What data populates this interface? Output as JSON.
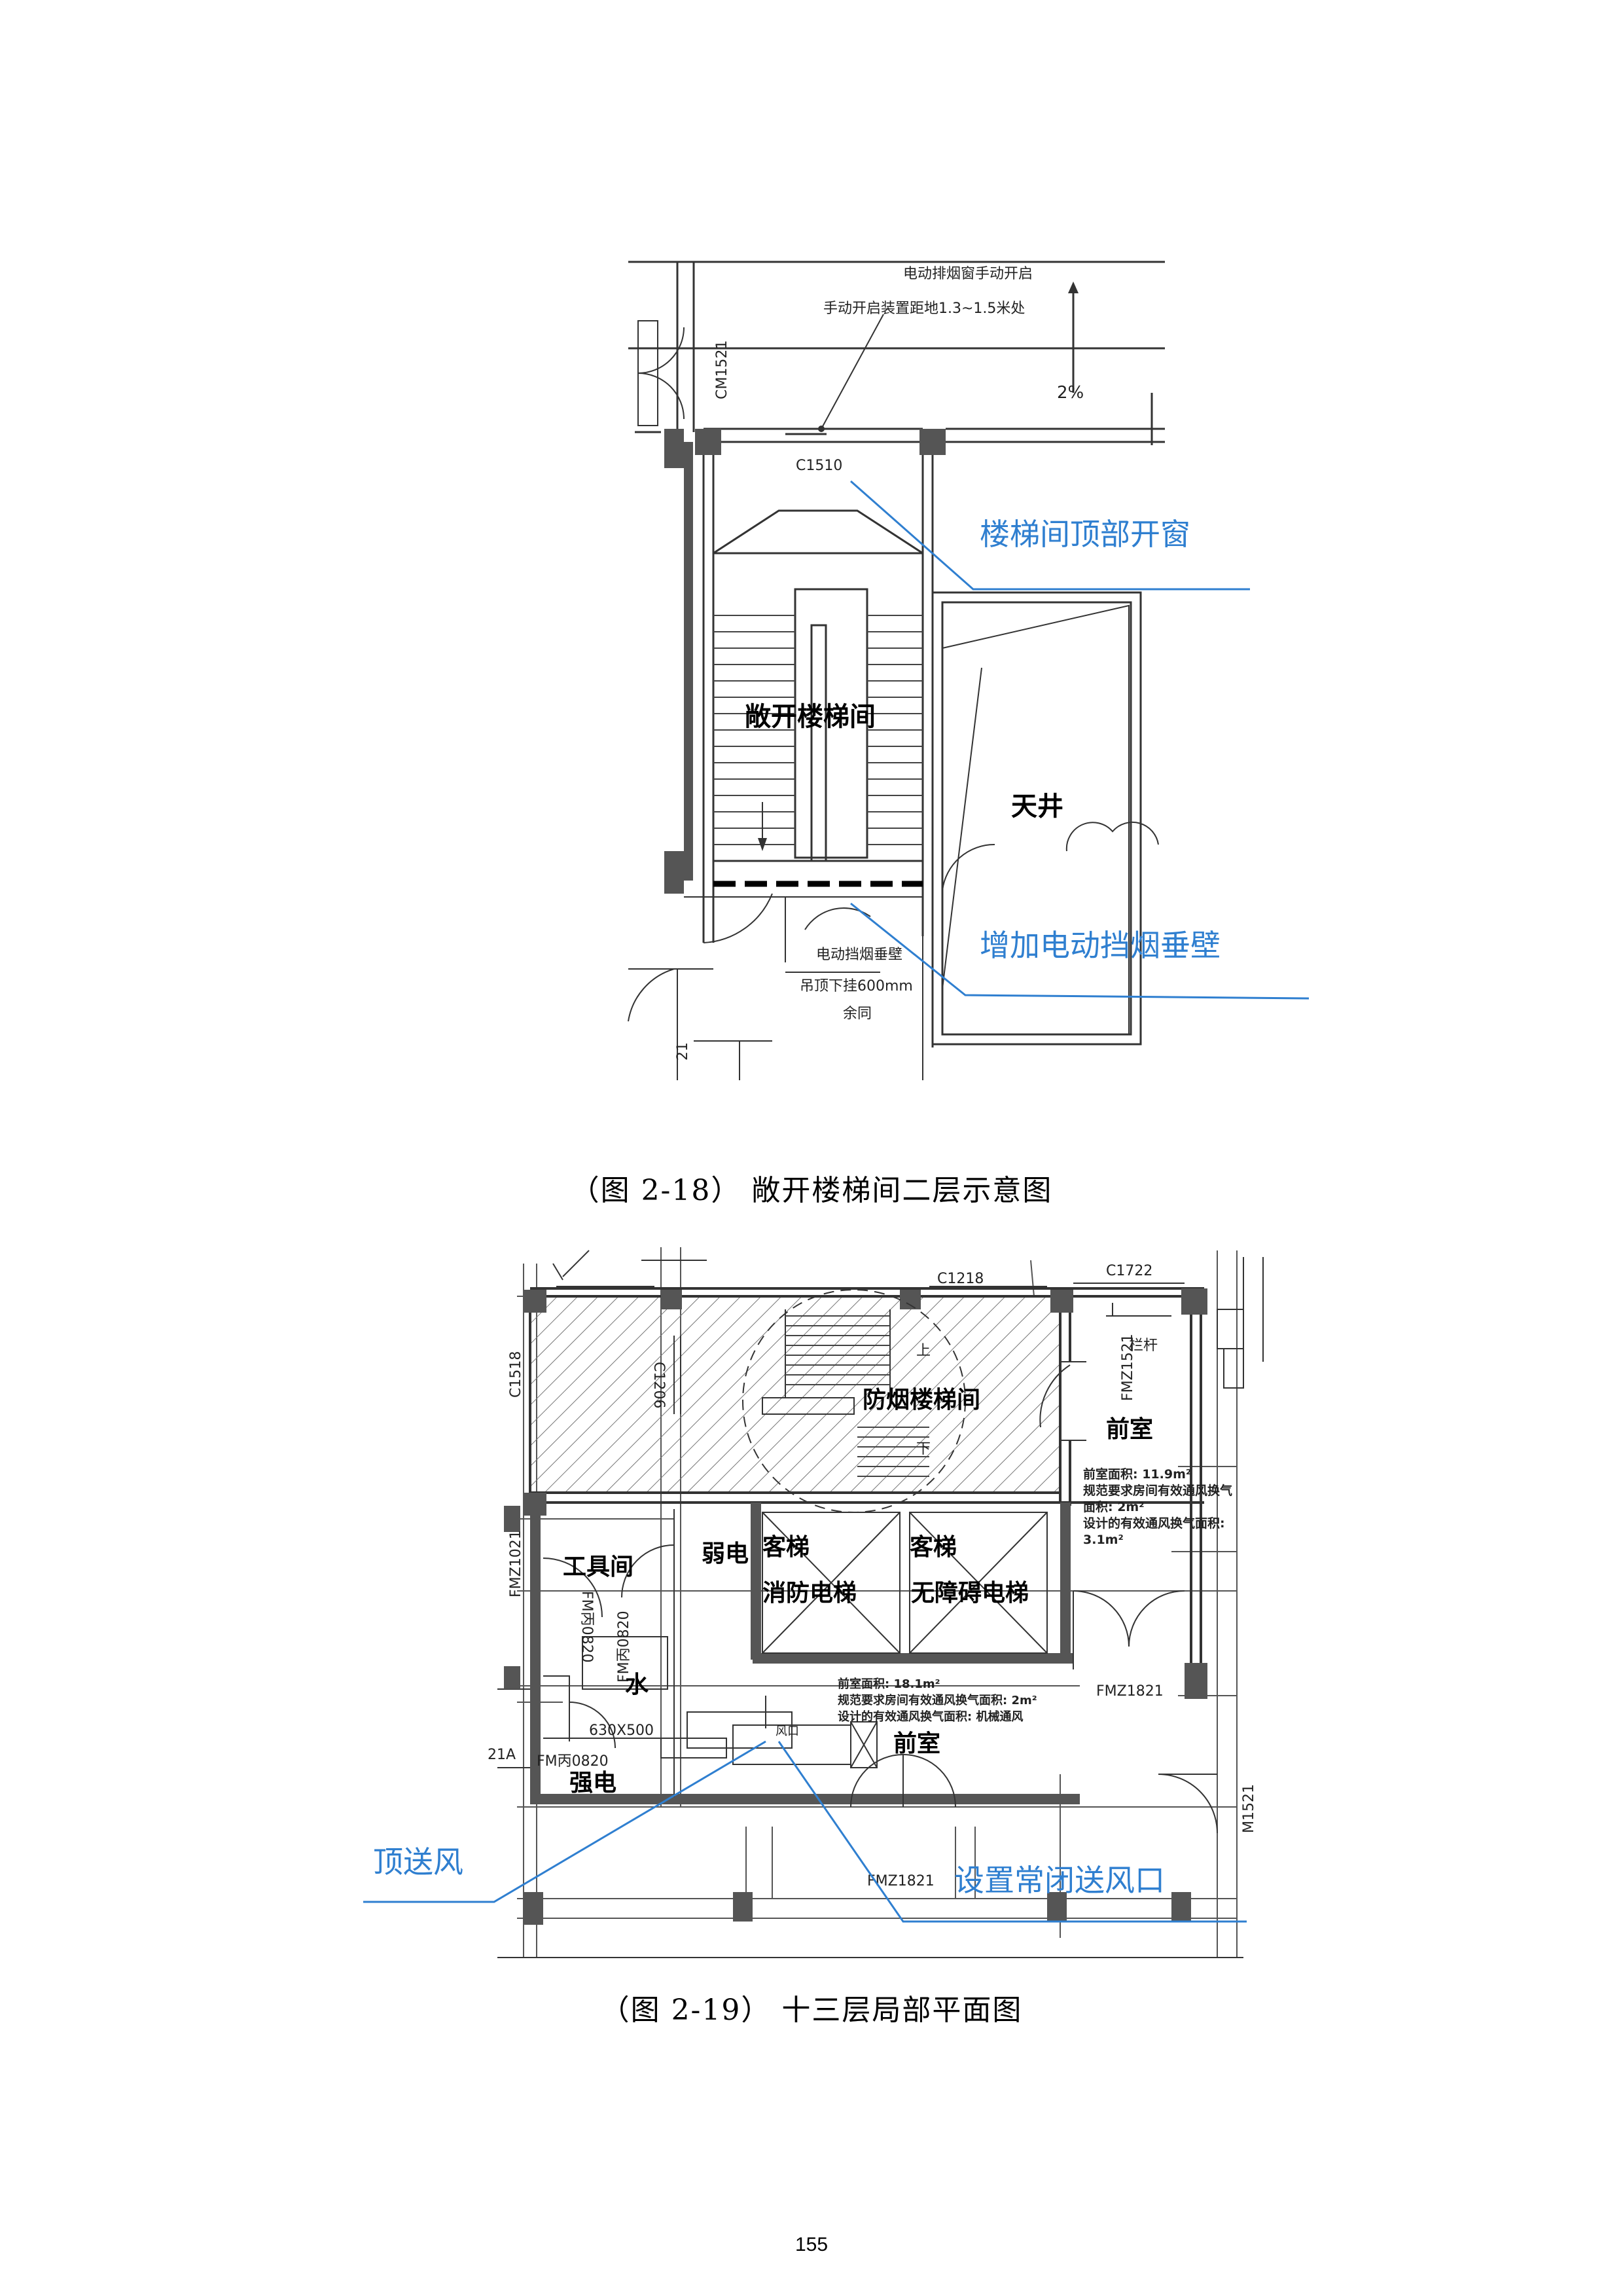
{
  "figure1": {
    "caption": "（图 2-18）  敞开楼梯间二层示意图",
    "labels": {
      "window_top1": "电动排烟窗手动开启",
      "window_top2": "手动开启装置距地1.3~1.5米处",
      "door_cm": "CM1521",
      "slope": "2%",
      "window_c1510": "C1510",
      "stair_room": "敞开楼梯间",
      "courtyard": "天井",
      "wall_label1": "电动挡烟垂壁",
      "wall_label2": "吊顶下挂600mm",
      "wall_label3": "余同",
      "edge_mark": "21"
    },
    "notes": {
      "top_window": "楼梯间顶部开窗",
      "smoke_wall": "增加电动挡烟垂壁"
    }
  },
  "figure2": {
    "caption": "（图 2-19）  十三层局部平面图",
    "labels": {
      "c1218": "C1218",
      "c1722": "C1722",
      "c1518": "C1518",
      "c1206": "C1206",
      "fmz1521": "FMZ1521",
      "railing": "栏杆",
      "up": "上",
      "down": "下",
      "smoke_stair": "防烟楼梯间",
      "anteroom": "前室",
      "anteroom_note1": "前室面积: 11.9m²",
      "anteroom_note2": "规范要求房间有效通风换气",
      "anteroom_note3": "面积: 2m²",
      "anteroom_note4": "设计的有效通风换气面积:",
      "anteroom_note5": "3.1m²",
      "fmz1021": "FMZ1021",
      "tool_room": "工具间",
      "fm0820_a": "FM丙0820",
      "weak": "弱电",
      "elevator1_a": "客梯",
      "elevator1_b": "消防电梯",
      "elevator2_a": "客梯",
      "elevator2_b": "无障碍电梯",
      "fm0820_b": "FM丙0820",
      "water": "水",
      "duct": "630X500",
      "fm0820_c": "FM丙0820",
      "mark_21a": "21A",
      "strong": "强电",
      "front_note1": "前室面积: 18.1m²",
      "front_note2": "规范要求房间有效通风换气面积: 2m²",
      "front_note3": "设计的有效通风换气面积: 机械通风",
      "front_room": "前室",
      "fmz1821_a": "FMZ1821",
      "fmz1821_b": "FMZ1821",
      "m1521": "M1521",
      "vent": "风口"
    },
    "notes": {
      "top_supply": "顶送风",
      "closed_vent": "设置常闭送风口"
    }
  },
  "page_number": "155",
  "colors": {
    "annotation": "#2f7fd0",
    "wall": "#555555"
  }
}
